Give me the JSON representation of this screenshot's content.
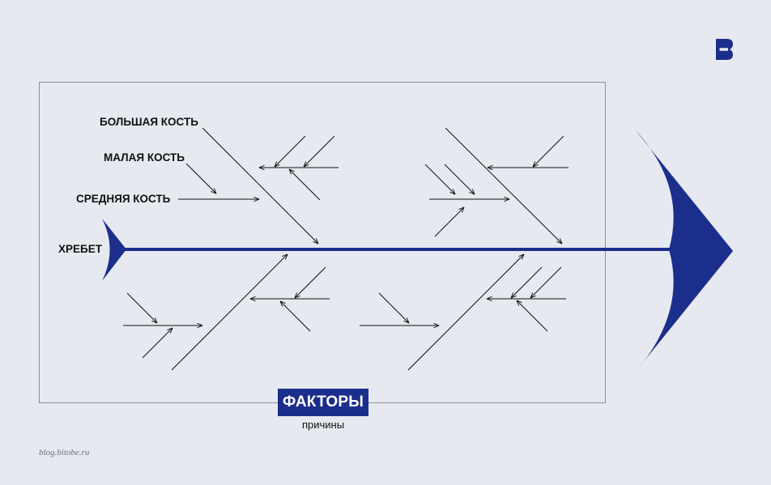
{
  "labels": {
    "big_bone": "БОЛЬШАЯ КОСТЬ",
    "small_bone": "МАЛАЯ КОСТЬ",
    "middle_bone": "СРЕДНЯЯ КОСТЬ",
    "spine": "ХРЕБЕТ"
  },
  "factors_box": {
    "title": "ФАКТОРЫ",
    "subtitle": "причины"
  },
  "footer": {
    "site": "blog.bitobe.ru"
  },
  "colors": {
    "accent": "#1c2e8c",
    "background": "#e6e9ef",
    "lines": "#111111",
    "frame": "#8a90a0"
  },
  "icons": {
    "brand_logo": "bitobe-b-logo-icon"
  }
}
